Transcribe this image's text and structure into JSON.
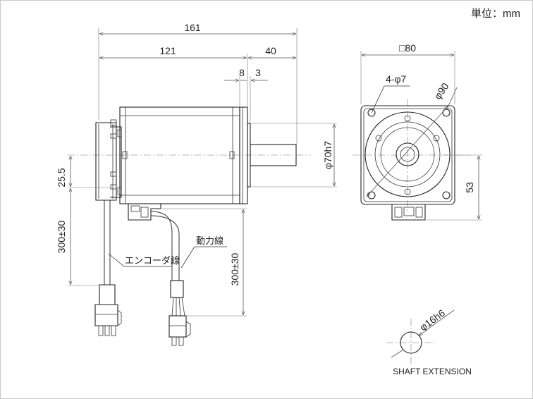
{
  "unit_label": "単位：mm",
  "dims": {
    "overall_length": "161",
    "body_length": "121",
    "shaft_length": "40",
    "flange_thickness": "8",
    "pilot_length": "3",
    "pilot_dia": "φ70h7",
    "offset": "25.5",
    "encoder_lead": "300±30",
    "power_lead": "300±30",
    "square": "□80",
    "bolt_holes": "4-φ7",
    "bolt_circle": "φ90",
    "height_53": "53",
    "shaft_dia": "φ16h6"
  },
  "labels": {
    "encoder_cable": "エンコーダ線",
    "power_cable": "動力線",
    "shaft_extension": "SHAFT EXTENSION"
  }
}
